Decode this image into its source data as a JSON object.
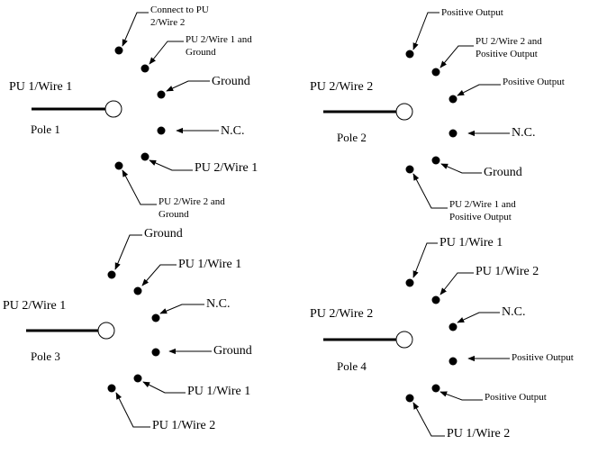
{
  "diagram": {
    "title": "4-pole rotary switch wiring",
    "poles": [
      {
        "name": "Pole 1",
        "input": "PU 1/Wire 1",
        "positions": [
          {
            "label": [
              "Connect to PU",
              "2/Wire 2"
            ]
          },
          {
            "label": [
              "PU 2/Wire 1 and",
              "Ground"
            ]
          },
          {
            "label": [
              "Ground"
            ]
          },
          {
            "label": [
              "N.C."
            ]
          },
          {
            "label": [
              "PU 2/Wire 1"
            ]
          },
          {
            "label": [
              "PU 2/Wire 2 and",
              "Ground"
            ]
          }
        ]
      },
      {
        "name": "Pole 2",
        "input": "PU 2/Wire 2",
        "positions": [
          {
            "label": [
              "Positive Output"
            ]
          },
          {
            "label": [
              "PU 2/Wire 2 and",
              "Positive Output"
            ]
          },
          {
            "label": [
              "Positive Output"
            ]
          },
          {
            "label": [
              "N.C."
            ]
          },
          {
            "label": [
              "Ground"
            ]
          },
          {
            "label": [
              "PU 2/Wire 1 and",
              "Positive Output"
            ]
          }
        ]
      },
      {
        "name": "Pole 3",
        "input": "PU 2/Wire 1",
        "positions": [
          {
            "label": [
              "Ground"
            ]
          },
          {
            "label": [
              "PU 1/Wire 1"
            ]
          },
          {
            "label": [
              "N.C."
            ]
          },
          {
            "label": [
              "Ground"
            ]
          },
          {
            "label": [
              "PU 1/Wire 1"
            ]
          },
          {
            "label": [
              "PU 1/Wire 2"
            ]
          }
        ]
      },
      {
        "name": "Pole 4",
        "input": "PU 2/Wire 2",
        "positions": [
          {
            "label": [
              "PU 1/Wire 1"
            ]
          },
          {
            "label": [
              "PU 1/Wire 2"
            ]
          },
          {
            "label": [
              "N.C."
            ]
          },
          {
            "label": [
              "Positive Output"
            ]
          },
          {
            "label": [
              "Positive Output"
            ]
          },
          {
            "label": [
              "PU 1/Wire 2"
            ]
          }
        ]
      }
    ]
  }
}
